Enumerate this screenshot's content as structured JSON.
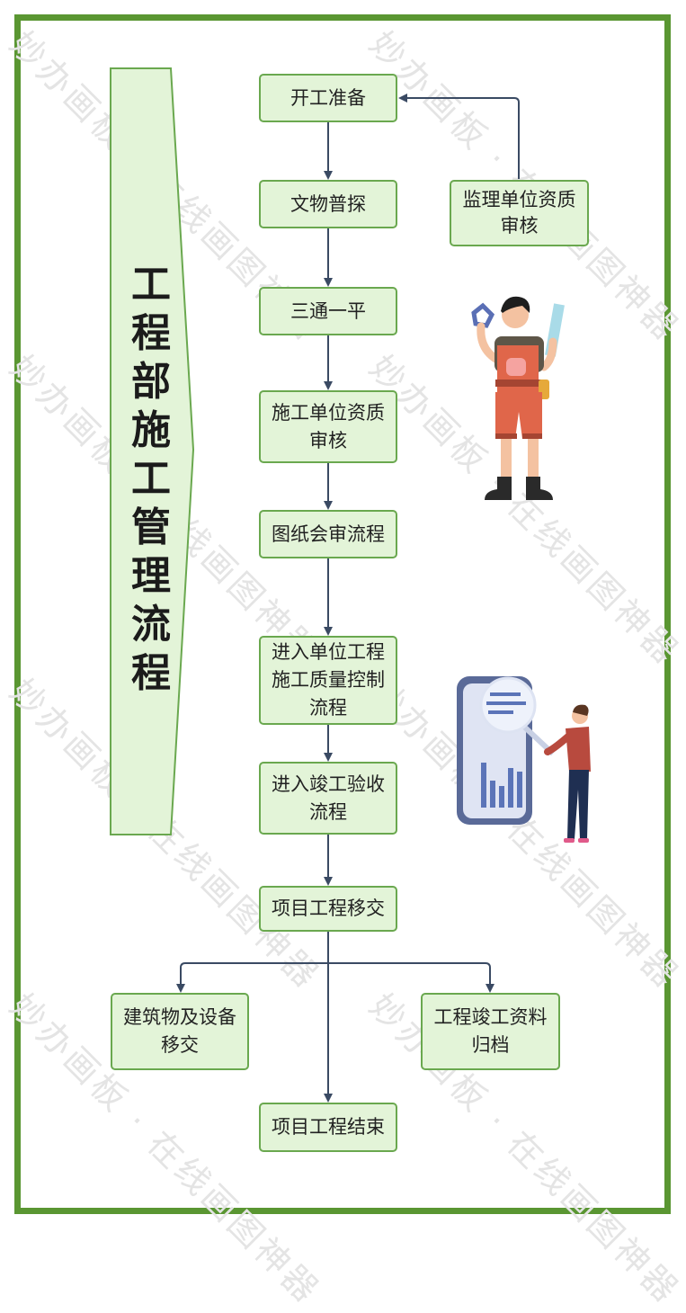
{
  "diagram": {
    "title": "工程部施工管理流程",
    "title_chars": [
      "工",
      "程",
      "部",
      "施",
      "工",
      "管",
      "理",
      "流",
      "程"
    ],
    "watermark": "妙办画板 · 在线画图神器",
    "colors": {
      "frame": "#5a9632",
      "node_fill": "#e3f4d8",
      "node_border": "#6aa84f",
      "arrow": "#3a4a63"
    },
    "nodes": {
      "n1": "开工准备",
      "n2": "文物普探",
      "n3": "三通一平",
      "n4_l1": "施工单位资质",
      "n4_l2": "审核",
      "n5": "图纸会审流程",
      "n6_l1": "进入单位工程",
      "n6_l2": "施工质量控制",
      "n6_l3": "流程",
      "n7_l1": "进入竣工验收",
      "n7_l2": "流程",
      "n8": "项目工程移交",
      "side_l1": "监理单位资质",
      "side_l2": "审核",
      "left_l1": "建筑物及设备",
      "left_l2": "移交",
      "right_l1": "工程竣工资料",
      "right_l2": "归档",
      "end": "项目工程结束"
    },
    "edges": [
      [
        "开工准备",
        "文物普探"
      ],
      [
        "文物普探",
        "三通一平"
      ],
      [
        "三通一平",
        "施工单位资质审核"
      ],
      [
        "施工单位资质审核",
        "图纸会审流程"
      ],
      [
        "图纸会审流程",
        "进入单位工程施工质量控制流程"
      ],
      [
        "进入单位工程施工质量控制流程",
        "进入竣工验收流程"
      ],
      [
        "进入竣工验收流程",
        "项目工程移交"
      ],
      [
        "项目工程移交",
        "建筑物及设备移交"
      ],
      [
        "项目工程移交",
        "项目工程结束"
      ],
      [
        "项目工程移交",
        "工程竣工资料归档"
      ],
      [
        "监理单位资质审核",
        "开工准备"
      ]
    ],
    "illustrations": [
      "worker-with-ruler",
      "person-with-magnifier-and-chart"
    ]
  }
}
